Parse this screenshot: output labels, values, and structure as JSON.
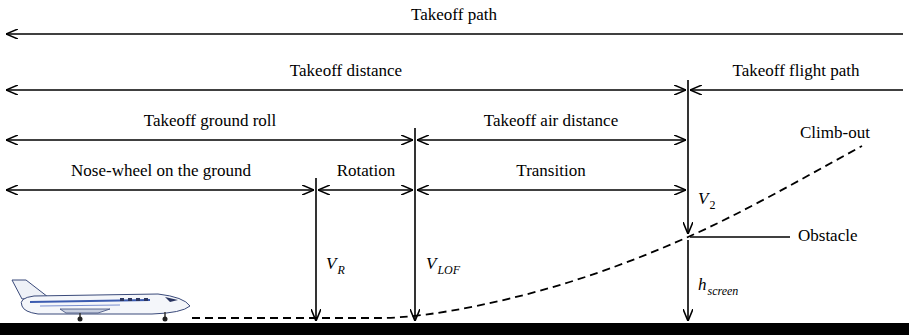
{
  "diagram": {
    "labels": [
      "Takeoff path",
      "Takeoff distance",
      "Takeoff flight path",
      "Takeoff ground roll",
      "Takeoff air distance",
      "Climb-out",
      "Nose-wheel on the ground",
      "Rotation",
      "Transition",
      "V",
      "2",
      "Obstacle",
      "V",
      "R",
      "V",
      "LOF",
      "h",
      "screen"
    ]
  }
}
